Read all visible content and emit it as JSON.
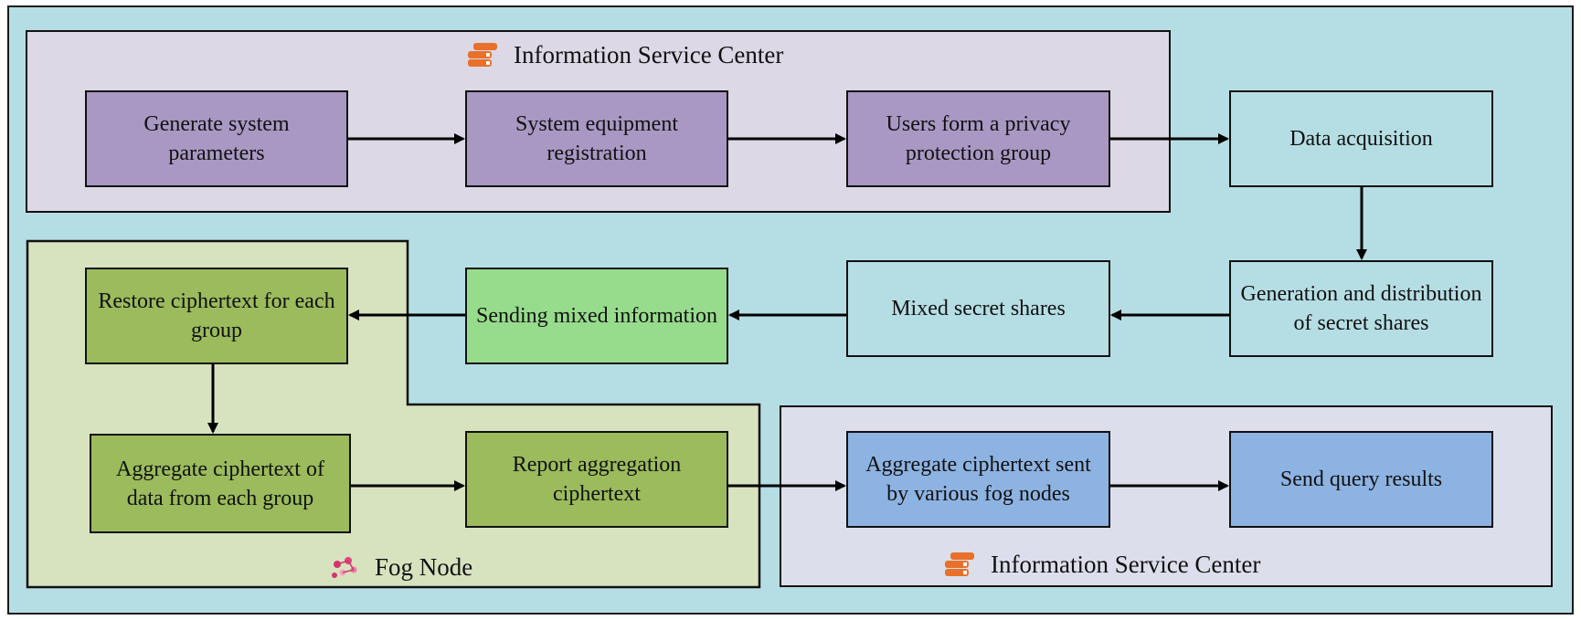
{
  "panels": {
    "top_title": "Information Service Center",
    "fog_title": "Fog Node",
    "bottom_title": "Information Service Center"
  },
  "nodes": {
    "generate_params": "Generate system parameters",
    "equipment_registration": "System equipment registration",
    "privacy_group": "Users form a privacy protection group",
    "data_acquisition": "Data acquisition",
    "secret_shares_generation": "Generation and distribution of secret shares",
    "mixed_secret_shares": "Mixed secret shares",
    "sending_mixed_info": "Sending mixed information",
    "restore_ciphertext": "Restore ciphertext for each group",
    "aggregate_group_ciphertext": "Aggregate ciphertext of data from each group",
    "report_aggregation": "Report aggregation ciphertext",
    "aggregate_fog_ciphertext": "Aggregate ciphertext sent by various fog nodes",
    "send_query_results": "Send query results"
  },
  "icons": {
    "server": "server-stack-icon",
    "fog": "fog-network-icon"
  },
  "colors": {
    "background": "#b5dee4",
    "top_panel": "#dcd8e6",
    "fog_panel": "#d7e3be",
    "bottom_panel": "#dcdfeb",
    "purple_node": "#a898c3",
    "green_node": "#9bbb5c",
    "light_green_node": "#97dc8c",
    "blue_node": "#8db3e2",
    "server_icon": "#e8702a",
    "fog_icon": "#d6336c"
  }
}
